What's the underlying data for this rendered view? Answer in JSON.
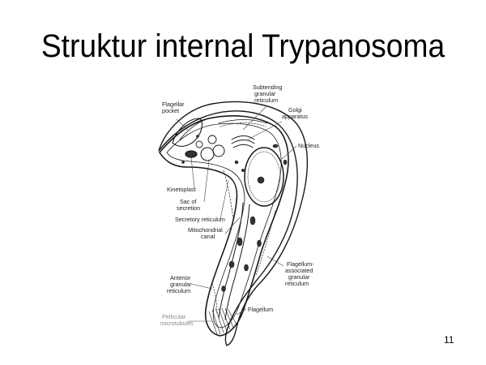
{
  "slide": {
    "title": "Struktur internal Trypanosoma",
    "page_number": "11"
  },
  "labels": {
    "flagellar_pocket": [
      "Flagellar",
      "pocket"
    ],
    "subtending_granular_reticulum": [
      "Subtending",
      "granular",
      "reticulum"
    ],
    "golgi_apparatus": [
      "Golgi",
      "apparatus"
    ],
    "nucleus": "Nucleus",
    "kinetoplast": "Kinetoplast",
    "sac_of_secretion": [
      "Sac of",
      "secretion"
    ],
    "secretory_reticulum": "Secretory reticulum",
    "mitochondrial_canal": [
      "Mitochondrial",
      "canal"
    ],
    "flagellum_associated_granular_reticulum": [
      "Flagellum-",
      "associated",
      "granular",
      "reticulum"
    ],
    "anterior_granular_reticulum": [
      "Anterior",
      "granular",
      "reticulum"
    ],
    "flagellum": "Flagellum",
    "pellicular_microtubules": [
      "Pellicular",
      "microtubules"
    ]
  },
  "colors": {
    "ink": "#1a1a1a",
    "label": "#222222",
    "background": "#ffffff"
  }
}
